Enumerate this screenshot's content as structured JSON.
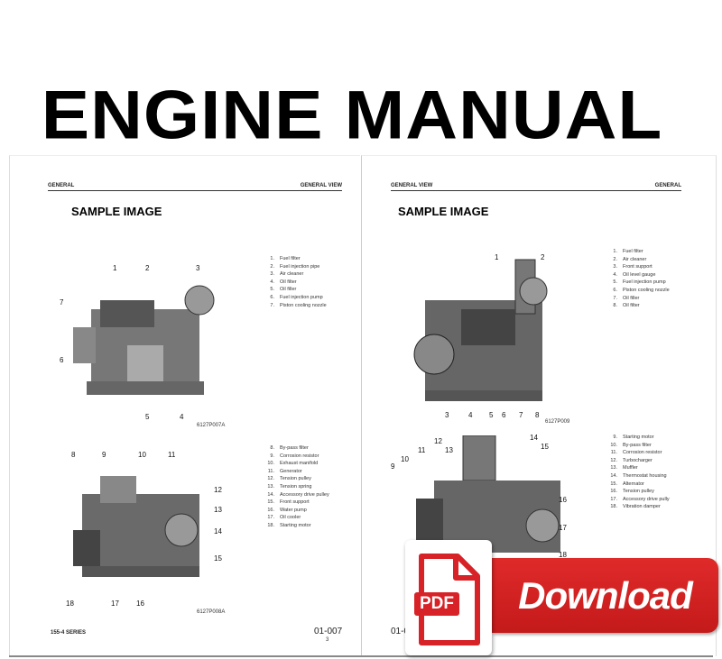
{
  "title": "ENGINE MANUAL",
  "left_page": {
    "header_left": "GENERAL",
    "header_right": "GENERAL VIEW",
    "sample_label": "SAMPLE IMAGE",
    "figure1": {
      "code": "6127P007A",
      "callouts": [
        "1",
        "2",
        "3",
        "7",
        "6",
        "5",
        "4"
      ],
      "legend": [
        {
          "n": "1.",
          "t": "Fuel filter"
        },
        {
          "n": "2.",
          "t": "Fuel injection pipe"
        },
        {
          "n": "3.",
          "t": "Air cleaner"
        },
        {
          "n": "4.",
          "t": "Oil filter"
        },
        {
          "n": "5.",
          "t": "Oil filler"
        },
        {
          "n": "6.",
          "t": "Fuel injection pump"
        },
        {
          "n": "7.",
          "t": "Piston cooling nozzle"
        }
      ]
    },
    "figure2": {
      "code": "6127P008A",
      "callouts": [
        "8",
        "9",
        "10",
        "11",
        "12",
        "13",
        "14",
        "15",
        "18",
        "17",
        "16"
      ],
      "legend": [
        {
          "n": "8.",
          "t": "By-pass filter"
        },
        {
          "n": "9.",
          "t": "Corrosion resistor"
        },
        {
          "n": "10.",
          "t": "Exhaust manifold"
        },
        {
          "n": "11.",
          "t": "Generator"
        },
        {
          "n": "12.",
          "t": "Tension pulley"
        },
        {
          "n": "13.",
          "t": "Tension spring"
        },
        {
          "n": "14.",
          "t": "Accessory drive pulley"
        },
        {
          "n": "15.",
          "t": "Front support"
        },
        {
          "n": "16.",
          "t": "Water pump"
        },
        {
          "n": "17.",
          "t": "Oil cooler"
        },
        {
          "n": "18.",
          "t": "Starting motor"
        }
      ]
    },
    "footer_series": "155-4 SERIES",
    "page_number": "01-007",
    "page_sub": "3"
  },
  "right_page": {
    "header_left": "GENERAL VIEW",
    "header_right": "GENERAL",
    "sample_label": "SAMPLE IMAGE",
    "figure1": {
      "code": "6127P009",
      "callouts": [
        "1",
        "2",
        "3",
        "4",
        "5",
        "6",
        "7",
        "8"
      ],
      "legend": [
        {
          "n": "1.",
          "t": "Fuel filter"
        },
        {
          "n": "2.",
          "t": "Air cleaner"
        },
        {
          "n": "3.",
          "t": "Front support"
        },
        {
          "n": "4.",
          "t": "Oil level gauge"
        },
        {
          "n": "5.",
          "t": "Fuel injection pump"
        },
        {
          "n": "6.",
          "t": "Piston cooling nozzle"
        },
        {
          "n": "7.",
          "t": "Oil filler"
        },
        {
          "n": "8.",
          "t": "Oil filter"
        }
      ]
    },
    "figure2": {
      "callouts": [
        "12",
        "13",
        "14",
        "15",
        "9",
        "10",
        "11",
        "16",
        "17",
        "18"
      ],
      "legend": [
        {
          "n": "9.",
          "t": "Starting motor"
        },
        {
          "n": "10.",
          "t": "By-pass filter"
        },
        {
          "n": "11.",
          "t": "Corrosion resistor"
        },
        {
          "n": "12.",
          "t": "Turbocharger"
        },
        {
          "n": "13.",
          "t": "Muffler"
        },
        {
          "n": "14.",
          "t": "Thermostat housing"
        },
        {
          "n": "15.",
          "t": "Alternator"
        },
        {
          "n": "16.",
          "t": "Tension pulley"
        },
        {
          "n": "17.",
          "t": "Accessory drive pully"
        },
        {
          "n": "18.",
          "t": "Vibration damper"
        }
      ]
    },
    "page_number_partial": "01-0"
  },
  "download": {
    "pdf_label": "PDF",
    "button_label": "Download",
    "accent": "#d72227"
  }
}
